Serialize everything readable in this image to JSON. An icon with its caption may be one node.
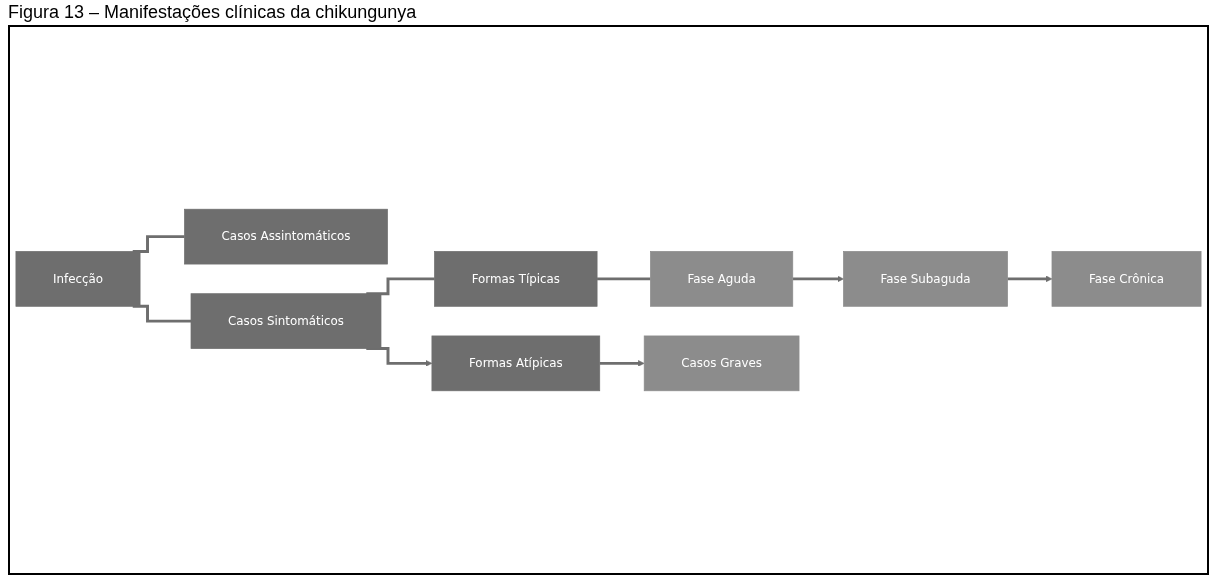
{
  "diagram": {
    "title": "Figura 13 – Manifestações clínicas da chikungunya",
    "nodes": [
      {
        "text": [
          "Infecção"
        ]
      },
      {
        "text": [
          "Casos Assintomáticos"
        ]
      },
      {
        "text": [
          "Casos Sintomáticos"
        ]
      },
      {
        "text": [
          "Formas Típicas"
        ]
      },
      {
        "text": [
          "Fase Aguda"
        ]
      },
      {
        "text": [
          "Fase Subaguda"
        ]
      },
      {
        "text": [
          "Fase Crônica"
        ]
      },
      {
        "text": [
          "Formas Atípicas"
        ]
      },
      {
        "text": [
          "Casos Graves"
        ]
      }
    ],
    "edges": [
      {
        "from": 0,
        "to": 1,
        "arrow": "none"
      },
      {
        "from": 0,
        "to": 2,
        "arrow": "none"
      },
      {
        "from": 2,
        "to": 3,
        "arrow": "none"
      },
      {
        "from": 2,
        "to": 7,
        "arrow": "to"
      },
      {
        "from": 3,
        "to": 4,
        "arrow": "none"
      },
      {
        "from": 4,
        "to": 5,
        "arrow": "to"
      },
      {
        "from": 5,
        "to": 6,
        "arrow": "to"
      },
      {
        "from": 7,
        "to": 8,
        "arrow": "to"
      }
    ]
  }
}
